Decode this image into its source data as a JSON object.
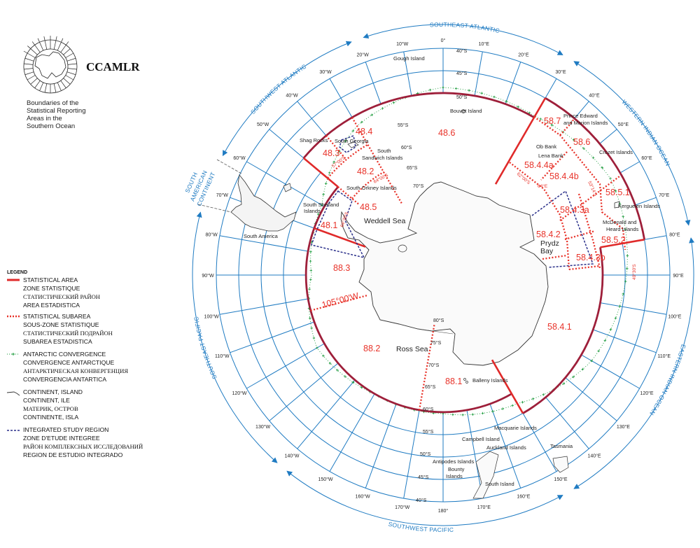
{
  "title": {
    "org": "CCAMLR",
    "subtitle": [
      "Boundaries of the",
      "Statistical Reporting",
      "Areas in the",
      "Southern Ocean"
    ]
  },
  "legend": {
    "heading": "LEGEND",
    "items": [
      {
        "key": "statistical-area",
        "lines": [
          "STATISTICAL AREA",
          "ZONE STATISTIQUE",
          "СТАТИСТИЧЕСКИЙ РАЙОН",
          "AREA ESTADISTICA"
        ]
      },
      {
        "key": "statistical-subarea",
        "lines": [
          "STATISTICAL SUBAREA",
          "SOUS-ZONE STATISTIQUE",
          "СТАТИСТИЧЕСКИЙ ПОДРАЙОН",
          "SUBAREA ESTADISTICA"
        ]
      },
      {
        "key": "antarctic-convergence",
        "lines": [
          "ANTARCTIC CONVERGENCE",
          "CONVERGENCE ANTARCTIQUE",
          "АНТАРКТИЧЕСКАЯ КОНВЕРГЕНЦИЯ",
          "CONVERGENCIA ANTARTICA"
        ]
      },
      {
        "key": "continent-island",
        "lines": [
          "CONTINENT, ISLAND",
          "CONTINENT, ILE",
          "МАТЕРИК, ОСТРОВ",
          "CONTINENTE, ISLA"
        ]
      },
      {
        "key": "integrated-study-region",
        "lines": [
          "INTEGRATED STUDY REGION",
          "ZONE D'ETUDE INTEGREE",
          "РАЙОН КОМПЛЕКСНЫХ ИССЛЕДОВАНИЙ",
          "REGION DE ESTUDIO INTEGRADO"
        ]
      }
    ]
  },
  "oceans": {
    "southeast_atlantic": "SOUTHEAST ATLANTIC",
    "western_indian": "WESTERN INDIAN OCEAN",
    "eastern_indian": "EASTERN INDIAN OCEAN",
    "southwest_pacific": "SOUTHWEST PACIFIC",
    "southeast_pacific": "SOUTHEAST PACIFIC",
    "south_american_1": "SOUTH",
    "south_american_2": "AMERICAN",
    "south_american_3": "CONTINENT",
    "southwest_atlantic": "SOUTHWEST ATLANTIC"
  },
  "meridian_labels": [
    "0°",
    "10°E",
    "20°E",
    "30°E",
    "40°E",
    "50°E",
    "60°E",
    "70°E",
    "80°E",
    "90°E",
    "100°E",
    "110°E",
    "120°E",
    "130°E",
    "140°E",
    "150°E",
    "160°E",
    "170°E",
    "180°",
    "170°W",
    "160°W",
    "150°W",
    "140°W",
    "130°W",
    "120°W",
    "110°W",
    "100°W",
    "90°W",
    "80°W",
    "70°W",
    "60°W",
    "50°W",
    "40°W",
    "30°W",
    "20°W",
    "10°W"
  ],
  "latitude_labels": {
    "top": [
      "40°S",
      "45°S",
      "50°S"
    ],
    "bottom": [
      "60°S",
      "55°S",
      "50°S",
      "45°S",
      "40°S"
    ],
    "ross": [
      "80°S",
      "75°S",
      "70°S",
      "65°S"
    ],
    "weddell": [
      "55°S",
      "60°S",
      "65°S",
      "70°S"
    ]
  },
  "areas": {
    "a486": "48.6",
    "a484": "48.4",
    "a483": "48.3",
    "a482": "48.2",
    "a485": "48.5",
    "a481": "48.1",
    "a883": "88.3",
    "a882": "88.2",
    "a881": "88.1",
    "a5841": "58.4.1",
    "a5842": "58.4.2",
    "a5843a": "58.4.3a",
    "a5843b": "58.4.3b",
    "a5844a": "58.4.4a",
    "a5844b": "58.4.4b",
    "a5851": "58.5.1",
    "a5852": "58.5.2",
    "a586": "58.6",
    "a587": "58.7",
    "meridian_105": "105°00'W"
  },
  "boundary_labels": [
    "57°00'S",
    "64°00'S",
    "64°30'S",
    "62°00'S",
    "64°E",
    "53°14'S",
    "49°30'S"
  ],
  "places": {
    "weddell_sea": "Weddell Sea",
    "ross_sea": "Ross Sea",
    "prydz_1": "Prydz",
    "prydz_2": "Bay",
    "bouvet": "Bouvet Island",
    "gough": "Gough Island",
    "shag": "Shag Rocks",
    "south_georgia": "South Georgia",
    "sandwich_1": "South",
    "sandwich_2": "Sandwich Islands",
    "orkney": "South Orkney Islands",
    "shetland_1": "South Shetland",
    "shetland_2": "Islands",
    "south_america": "South America",
    "prince_1": "Prince Edward",
    "prince_2": "and Marion Islands",
    "ob": "Ob Bank",
    "lena": "Lena Bank",
    "crozet": "Crozet Islands",
    "kerguelen": "Kerguelen Islands",
    "heard_1": "McDonald and",
    "heard_2": "Heard Islands",
    "balleny": "Balleny Islands",
    "macquarie": "Macquarie Islands",
    "campbell": "Campbell Island",
    "auckland": "Auckland Islands",
    "antipodes": "Antipodes Islands",
    "bounty_1": "Bounty",
    "bounty_2": "Islands",
    "south_island": "South Island",
    "tasmania": "Tasmania"
  },
  "colors": {
    "area_line": "#e02a2a",
    "area_arc": "#9e1f3a",
    "subarea": "#e8332a",
    "grid": "#1f7bc2",
    "convergence": "#1a9a3a",
    "study_region": "#2a2f8a",
    "coast": "#333333"
  }
}
